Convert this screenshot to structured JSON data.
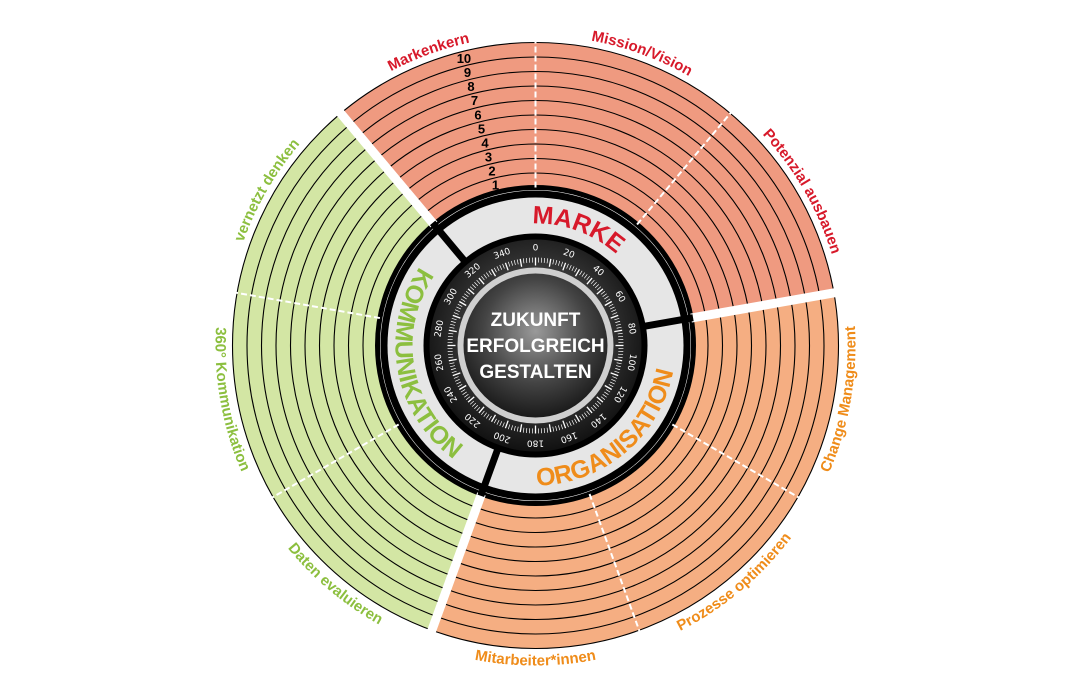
{
  "center": {
    "lines": [
      "ZUKUNFT",
      "ERFOLGREICH",
      "GESTALTEN"
    ]
  },
  "sectors": [
    {
      "key": "marke",
      "title": "MARKE",
      "color": "#d7192a",
      "fill": "#ef9a80",
      "labels": [
        "Markenkern",
        "Mission/Vision",
        "Potenzial ausbauen"
      ]
    },
    {
      "key": "organisation",
      "title": "ORGANISATION",
      "color": "#ef8c1a",
      "fill": "#f5ae82",
      "labels": [
        "Change Management",
        "Prozesse optimieren",
        "Mitarbeiter*innen"
      ]
    },
    {
      "key": "kommunikation",
      "title": "KOMMUNIKATION",
      "color": "#8cbf3f",
      "fill": "#d3e6a4",
      "labels": [
        "Daten evaluieren",
        "360° Kommunikation",
        "vernetzt denken"
      ]
    }
  ],
  "ring_numbers": [
    "1",
    "2",
    "3",
    "4",
    "5",
    "6",
    "7",
    "8",
    "9",
    "10"
  ],
  "dial_labels": [
    "0",
    "20",
    "40",
    "60",
    "80",
    "100",
    "120",
    "140",
    "160",
    "180",
    "200",
    "220",
    "240",
    "260",
    "280",
    "300",
    "320",
    "340"
  ]
}
